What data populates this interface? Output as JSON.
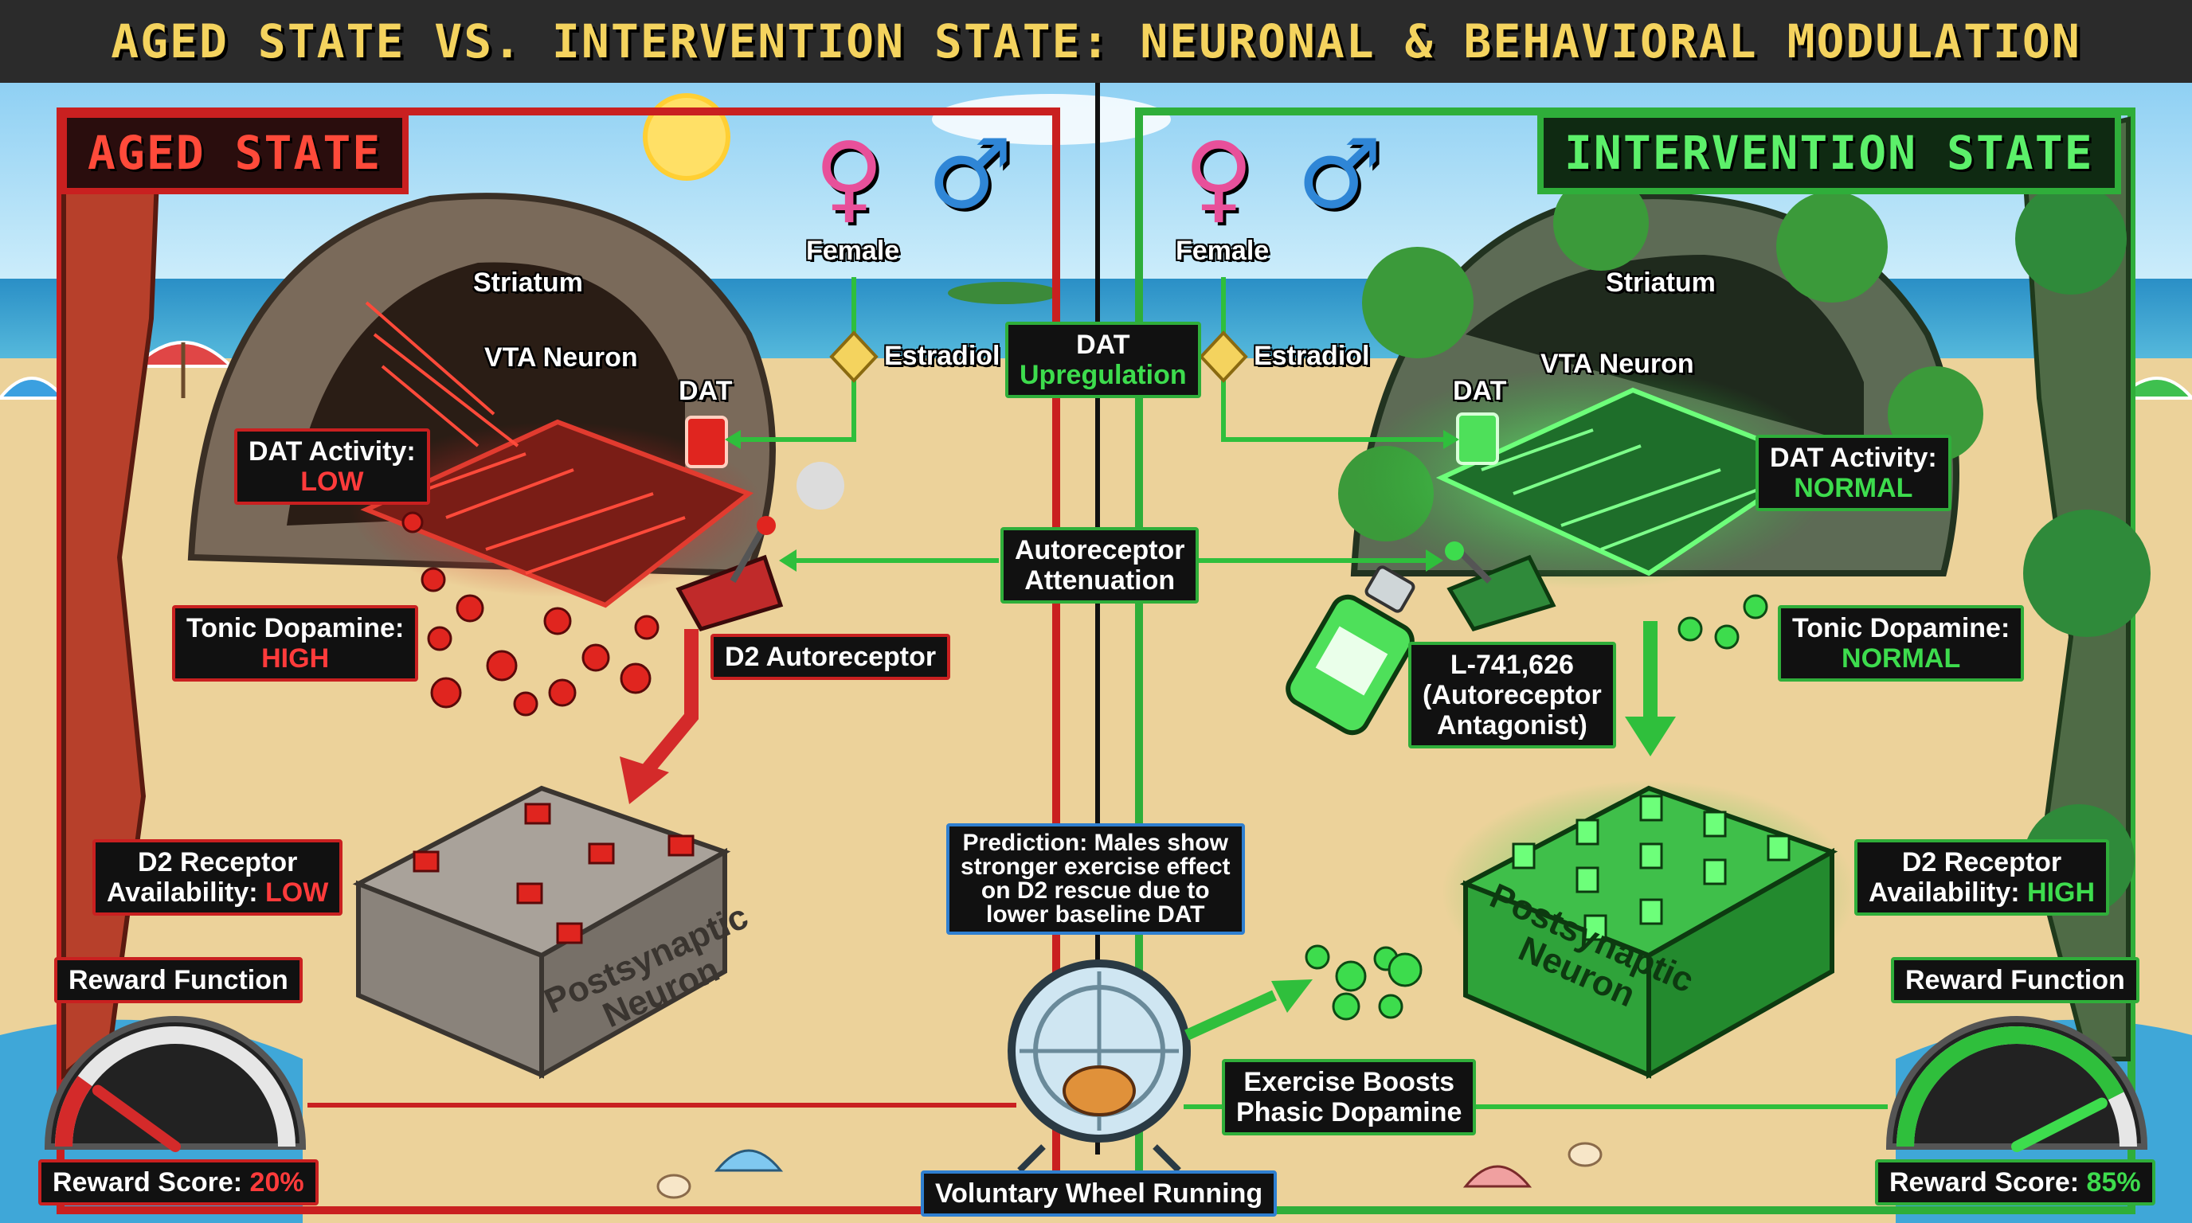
{
  "title": "AGED STATE VS. INTERVENTION STATE: NEURONAL & BEHAVIORAL MODULATION",
  "aged": {
    "panel_title": "AGED STATE",
    "striatum": "Striatum",
    "vta_neuron": "VTA Neuron",
    "dat": "DAT",
    "female": "Female",
    "estradiol": "Estradiol",
    "dat_activity_label": "DAT Activity:",
    "dat_activity_value": "LOW",
    "tonic_label": "Tonic Dopamine:",
    "tonic_value": "HIGH",
    "d2_autoreceptor": "D2 Autoreceptor",
    "d2_avail_label_1": "D2 Receptor",
    "d2_avail_label_2": "Availability:",
    "d2_avail_value": "LOW",
    "postsynaptic_1": "Postsynaptic",
    "postsynaptic_2": "Neuron",
    "reward_function": "Reward Function",
    "reward_score_label": "Reward Score:",
    "reward_score_value": "20%",
    "reward_score": 0.2
  },
  "intervention": {
    "panel_title": "INTERVENTION STATE",
    "striatum": "Striatum",
    "vta_neuron": "VTA Neuron",
    "dat": "DAT",
    "female": "Female",
    "estradiol": "Estradiol",
    "dat_activity_label": "DAT Activity:",
    "dat_activity_value": "NORMAL",
    "tonic_label": "Tonic Dopamine:",
    "tonic_value": "NORMAL",
    "antagonist_1": "L-741,626",
    "antagonist_2": "(Autoreceptor",
    "antagonist_3": "Antagonist)",
    "d2_avail_label_1": "D2 Receptor",
    "d2_avail_label_2": "Availability:",
    "d2_avail_value": "HIGH",
    "postsynaptic_1": "Postsynaptic",
    "postsynaptic_2": "Neuron",
    "reward_function": "Reward Function",
    "reward_score_label": "Reward Score:",
    "reward_score_value": "85%",
    "reward_score": 0.85
  },
  "center": {
    "dat_line1": "DAT",
    "dat_line2": "Upregulation",
    "autoreceptor_1": "Autoreceptor",
    "autoreceptor_2": "Attenuation",
    "prediction_1": "Prediction: Males show",
    "prediction_2": "stronger exercise effect",
    "prediction_3": "on D2 rescue due to",
    "prediction_4": "lower baseline DAT",
    "exercise_1": "Exercise Boosts",
    "exercise_2": "Phasic Dopamine",
    "wheel": "Voluntary Wheel Running"
  },
  "symbols": {
    "female_icon": "♀",
    "male_icon": "♂",
    "female_icon_name": "female-symbol-icon",
    "male_icon_name": "male-symbol-icon"
  },
  "colors": {
    "aged": "#d42a2a",
    "intervention": "#2fbf3c",
    "title_text": "#f4d35e",
    "female": "#e8509a",
    "male": "#2f86d6"
  }
}
